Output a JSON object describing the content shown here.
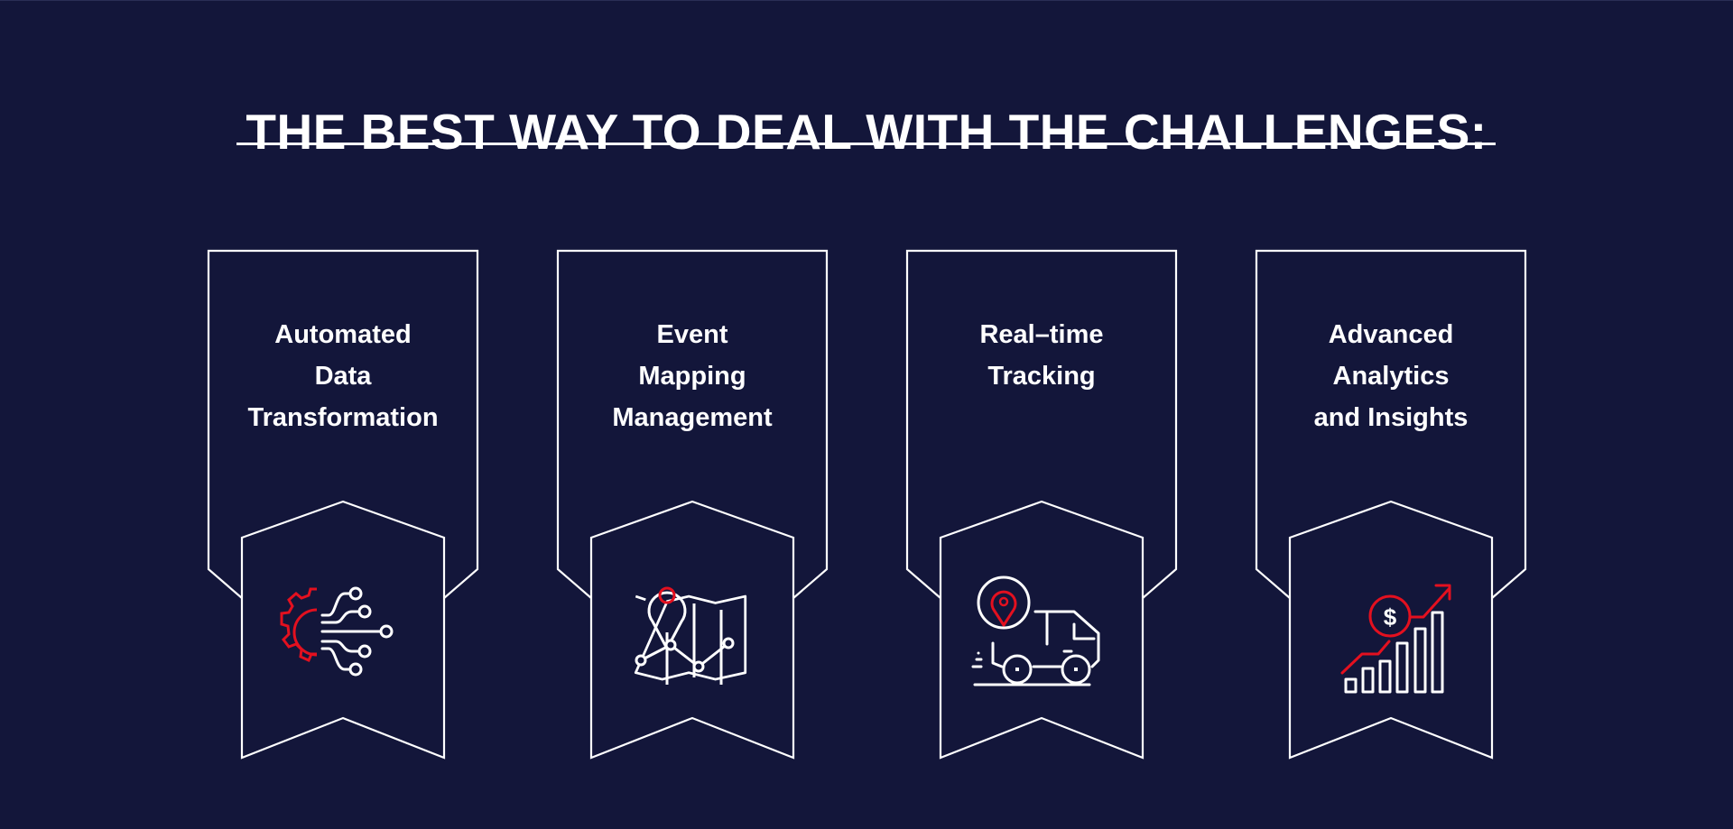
{
  "title": "THE BEST WAY TO DEAL WITH THE CHALLENGES:",
  "colors": {
    "background": "#13163a",
    "foreground": "#ffffff",
    "accent": "#e3101f"
  },
  "cards": [
    {
      "lines": [
        "Automated",
        "Data",
        "Transformation"
      ],
      "icon": "gear-circuit-icon"
    },
    {
      "lines": [
        "Event",
        "Mapping",
        "Management"
      ],
      "icon": "map-pin-chart-icon"
    },
    {
      "lines": [
        "Real–time",
        "Tracking"
      ],
      "icon": "delivery-truck-location-icon"
    },
    {
      "lines": [
        "Advanced",
        "Analytics",
        "and Insights"
      ],
      "icon": "growth-chart-dollar-icon"
    }
  ]
}
